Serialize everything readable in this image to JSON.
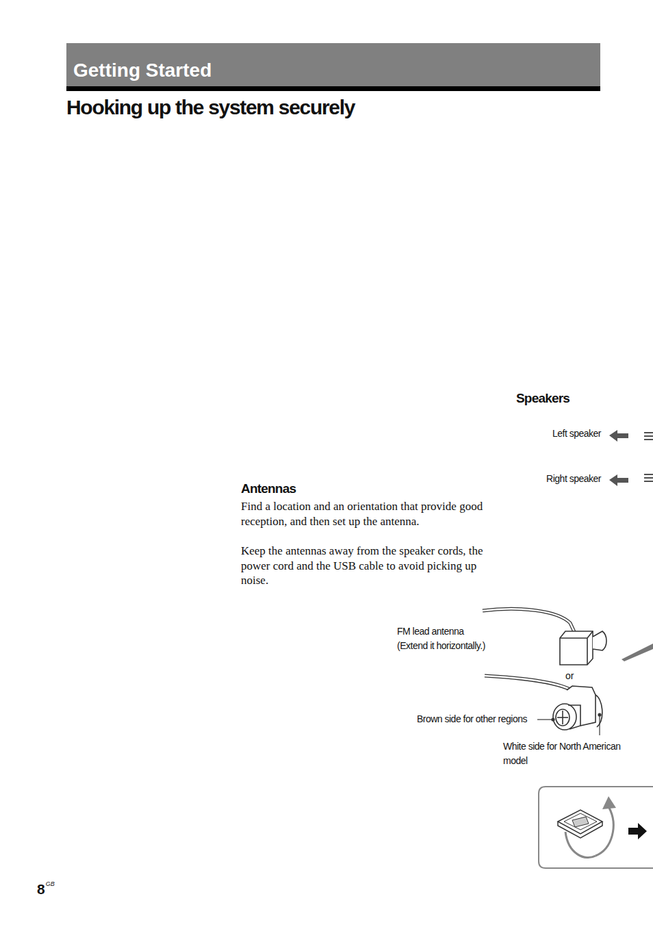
{
  "diagram": {
    "title": "Hooking up the system securely",
    "nodes": [
      {
        "text": [
          "Getting Started"
        ]
      }
    ],
    "labels": [
      "Speakers",
      "Left speaker",
      "Right speaker",
      "Antennas",
      "Find a location and an orientation that provide good reception, and then set up the antenna.",
      "Keep the antennas away from the speaker cords, the power cord and the USB cable to avoid picking up noise.",
      "FM lead antenna (Extend it horizontally.)",
      "or",
      "Brown side for other regions",
      "White side for North American model",
      "8",
      "GB"
    ]
  }
}
